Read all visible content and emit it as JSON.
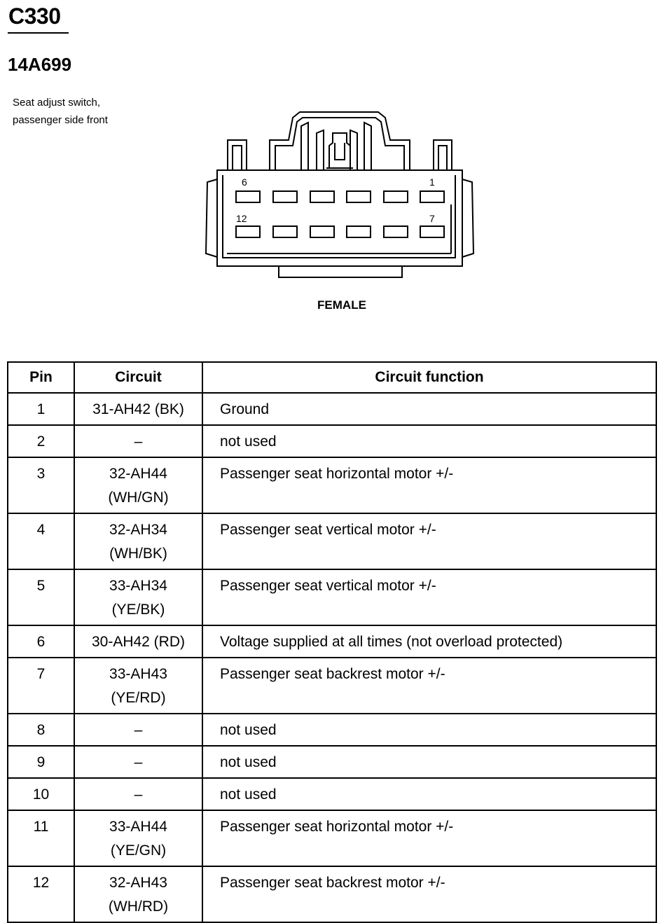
{
  "connector": {
    "id": "C330",
    "part_number": "14A699",
    "description_lines": [
      "Seat adjust switch,",
      "passenger side front"
    ],
    "gender": "FEMALE",
    "face_labels": {
      "top_left": "6",
      "top_right": "1",
      "bottom_left": "12",
      "bottom_right": "7"
    }
  },
  "table": {
    "headers": {
      "pin": "Pin",
      "circuit": "Circuit",
      "function": "Circuit function"
    },
    "rows": [
      {
        "pin": "1",
        "circuit": "31-AH42 (BK)",
        "circuit_line2": "",
        "function": "Ground"
      },
      {
        "pin": "2",
        "circuit": "–",
        "circuit_line2": "",
        "function": "not used"
      },
      {
        "pin": "3",
        "circuit": "32-AH44",
        "circuit_line2": "(WH/GN)",
        "function": "Passenger seat horizontal motor +/-"
      },
      {
        "pin": "4",
        "circuit": "32-AH34",
        "circuit_line2": "(WH/BK)",
        "function": "Passenger seat vertical motor +/-"
      },
      {
        "pin": "5",
        "circuit": "33-AH34",
        "circuit_line2": "(YE/BK)",
        "function": "Passenger seat vertical motor +/-"
      },
      {
        "pin": "6",
        "circuit": "30-AH42 (RD)",
        "circuit_line2": "",
        "function": "Voltage supplied at all times (not overload protected)"
      },
      {
        "pin": "7",
        "circuit": "33-AH43",
        "circuit_line2": "(YE/RD)",
        "function": "Passenger seat backrest motor +/-"
      },
      {
        "pin": "8",
        "circuit": "–",
        "circuit_line2": "",
        "function": "not used"
      },
      {
        "pin": "9",
        "circuit": "–",
        "circuit_line2": "",
        "function": "not used"
      },
      {
        "pin": "10",
        "circuit": "–",
        "circuit_line2": "",
        "function": "not used"
      },
      {
        "pin": "11",
        "circuit": "33-AH44",
        "circuit_line2": "(YE/GN)",
        "function": "Passenger seat horizontal motor +/-"
      },
      {
        "pin": "12",
        "circuit": "32-AH43",
        "circuit_line2": "(WH/RD)",
        "function": "Passenger seat backrest motor +/-"
      }
    ]
  }
}
